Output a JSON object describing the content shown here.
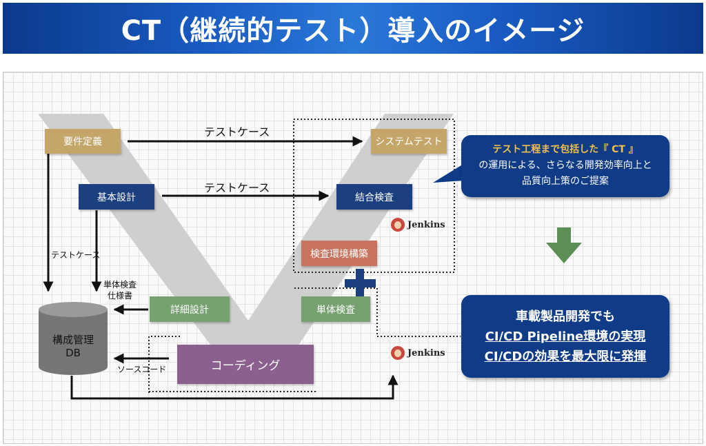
{
  "title": "CT（継続的テスト）導入のイメージ",
  "colors": {
    "gold": "#c4a66a",
    "navy": "#1b3f7f",
    "green": "#78a172",
    "salmon": "#c8735d",
    "purple": "#8b5f8e",
    "callout": "#0f3b87",
    "accent_text": "#f0c14b",
    "arrow_green": "#5c8f55"
  },
  "nodes": {
    "requirements": "要件定義",
    "basic_design": "基本設計",
    "detail_design": "詳細設計",
    "coding": "コーディング",
    "unit_test": "単体検査",
    "env_build": "検査環境構築",
    "integration": "結合検査",
    "system_test": "システムテスト",
    "config_db_line1": "構成管理",
    "config_db_line2": "DB"
  },
  "labels": {
    "testcase_top": "テストケース",
    "testcase_mid": "テストケース",
    "testcase_left": "テストケース",
    "unit_spec_line1": "単体検査",
    "unit_spec_line2": "仕様書",
    "source_code": "ソースコード"
  },
  "jenkins": {
    "label_1": "Jenkins",
    "label_2": "Jenkins",
    "icon": "jenkins-butler-icon"
  },
  "callout_top": {
    "line1": "テスト工程まで包括した『 CT 』",
    "line2": "の運用による、さらなる開発効率向上と",
    "line3": "品質向上策のご提案"
  },
  "callout_bottom": {
    "line1": "車載製品開発でも",
    "line2": "CI/CD Pipeline環境の実現",
    "line3": "CI/CDの効果を最大限に発揮"
  }
}
